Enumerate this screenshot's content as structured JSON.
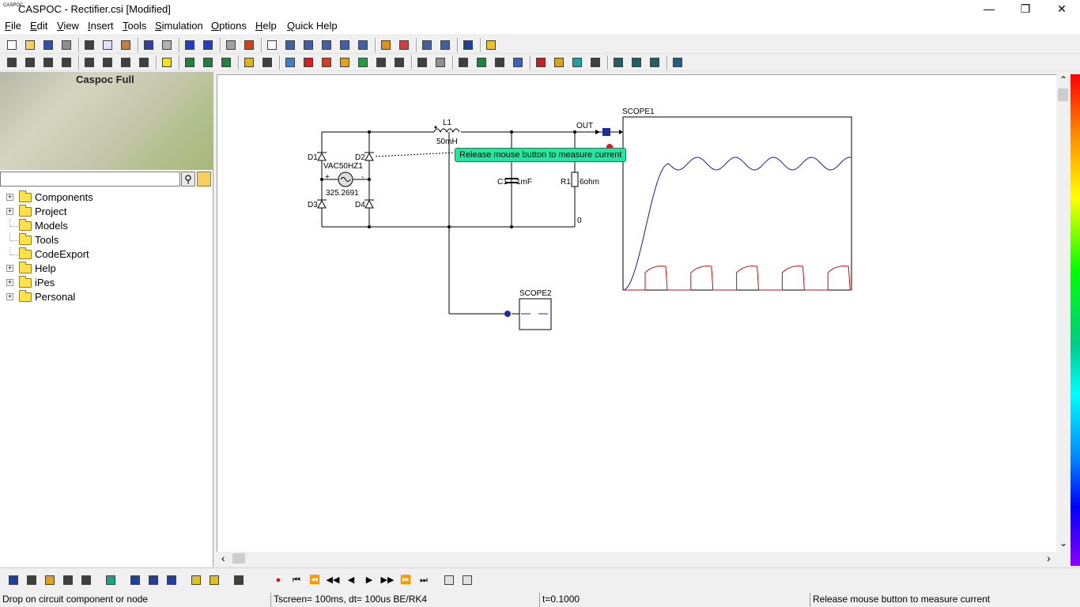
{
  "window": {
    "title": "CASPOC - Rectifier.csi [Modified]",
    "icon_text": "CASPOC",
    "min": "—",
    "max": "❐",
    "close": "✕"
  },
  "menu": [
    "File",
    "Edit",
    "View",
    "Insert",
    "Tools",
    "Simulation",
    "Options",
    "Help",
    "Quick Help"
  ],
  "toolbar1": [
    {
      "name": "new-icon",
      "color": "#ffffff"
    },
    {
      "name": "open-icon",
      "color": "#f5d060"
    },
    {
      "name": "save-icon",
      "color": "#3050a0"
    },
    {
      "name": "print-icon",
      "color": "#909090"
    },
    {
      "name": "cut-icon",
      "color": "#404040"
    },
    {
      "name": "copy-icon",
      "color": "#e0e0ff"
    },
    {
      "name": "paste-icon",
      "color": "#c08040"
    },
    {
      "name": "undo-icon",
      "color": "#3040a0"
    },
    {
      "name": "redo-icon",
      "color": "#b0b0b0"
    },
    {
      "name": "run-icon",
      "color": "#2040c0"
    },
    {
      "name": "pause-icon",
      "color": "#2040c0"
    },
    {
      "name": "edit-icon",
      "color": "#a0a0a0"
    },
    {
      "name": "wire-icon",
      "color": "#d04020"
    },
    {
      "name": "hand-icon",
      "color": "#ffffff"
    },
    {
      "name": "graph-icon",
      "color": "#4060a0"
    },
    {
      "name": "list-icon",
      "color": "#4060a0"
    },
    {
      "name": "list2-icon",
      "color": "#4060a0"
    },
    {
      "name": "list3-icon",
      "color": "#4060a0"
    },
    {
      "name": "list4-icon",
      "color": "#4060a0"
    },
    {
      "name": "ic-icon",
      "color": "#e09020"
    },
    {
      "name": "ic2-icon",
      "color": "#d04040"
    },
    {
      "name": "export-icon",
      "color": "#4060a0"
    },
    {
      "name": "import-icon",
      "color": "#4060a0"
    },
    {
      "name": "connect-icon",
      "color": "#2040a0"
    },
    {
      "name": "help-icon",
      "color": "#f0c020"
    }
  ],
  "toolbar2": [
    {
      "name": "zoom100-icon",
      "color": "#404040"
    },
    {
      "name": "zoomfit-icon",
      "color": "#404040"
    },
    {
      "name": "zoomwidth-icon",
      "color": "#404040"
    },
    {
      "name": "zoomheight-icon",
      "color": "#404040"
    },
    {
      "name": "align-left-icon",
      "color": "#404040"
    },
    {
      "name": "align-center-icon",
      "color": "#404040"
    },
    {
      "name": "align-right-icon",
      "color": "#404040"
    },
    {
      "name": "flip-icon",
      "color": "#404040"
    },
    {
      "name": "bulb-icon",
      "color": "#f0e020"
    },
    {
      "name": "globe-icon",
      "color": "#208040"
    },
    {
      "name": "globe2-icon",
      "color": "#208040"
    },
    {
      "name": "globe3-icon",
      "color": "#208040"
    },
    {
      "name": "probe-icon",
      "color": "#e0b020"
    },
    {
      "name": "text-icon",
      "color": "#404040"
    },
    {
      "name": "component-icon",
      "color": "#4080c0"
    },
    {
      "name": "node-icon",
      "color": "#d02020"
    },
    {
      "name": "arrow-icon",
      "color": "#d04020"
    },
    {
      "name": "meter-icon",
      "color": "#e0a020"
    },
    {
      "name": "switch-icon",
      "color": "#20a040"
    },
    {
      "name": "counter-icon",
      "color": "#404040"
    },
    {
      "name": "analyze-icon",
      "color": "#404040"
    },
    {
      "name": "cross-icon",
      "color": "#404040"
    },
    {
      "name": "grid-icon",
      "color": "#909090"
    },
    {
      "name": "clock-icon",
      "color": "#404040"
    },
    {
      "name": "gauge-icon",
      "color": "#208040"
    },
    {
      "name": "level-icon",
      "color": "#404040"
    },
    {
      "name": "bar-icon",
      "color": "#4060c0"
    },
    {
      "name": "scope-icon",
      "color": "#c02020"
    },
    {
      "name": "scope2-icon",
      "color": "#e0a020"
    },
    {
      "name": "scope3-icon",
      "color": "#20a0a0"
    },
    {
      "name": "scope4-icon",
      "color": "#404040"
    },
    {
      "name": "chip-icon",
      "color": "#206060"
    },
    {
      "name": "chip2-icon",
      "color": "#206060"
    },
    {
      "name": "chip3-icon",
      "color": "#206060"
    },
    {
      "name": "table-icon",
      "color": "#206080"
    }
  ],
  "left_panel": {
    "banner_title": "Caspoc Full",
    "search_placeholder": "",
    "search_icon": "⚲",
    "tree": [
      {
        "label": "Components",
        "expandable": true
      },
      {
        "label": "Project",
        "expandable": true
      },
      {
        "label": "Models",
        "expandable": false
      },
      {
        "label": "Tools",
        "expandable": false
      },
      {
        "label": "CodeExport",
        "expandable": false
      },
      {
        "label": "Help",
        "expandable": true
      },
      {
        "label": "iPes",
        "expandable": true
      },
      {
        "label": "Personal",
        "expandable": true
      }
    ]
  },
  "circuit": {
    "L1": "L1",
    "L1_value": "50mH",
    "out_label": "OUT",
    "D1": "D1",
    "D2": "D2",
    "D3": "D3",
    "D4": "D4",
    "source": "VAC50HZ1",
    "source_value": "325.2691",
    "C1": "C1",
    "C1_value": "1mF",
    "R1": "R1",
    "R1_value": "6ohm",
    "ground": "0",
    "scope1": "SCOPE1",
    "scope2": "SCOPE2",
    "plus": "+",
    "minus": "-"
  },
  "tooltip": "Release mouse button to measure current",
  "scrollbar": {
    "up": "⌃",
    "down": "⌄",
    "left": "‹",
    "right": "›"
  },
  "bottom_toolbar": [
    {
      "name": "component-lib-icon",
      "color": "#2040a0"
    },
    {
      "name": "sheet-icon",
      "color": "#404040"
    },
    {
      "name": "display-icon",
      "color": "#e0a020"
    },
    {
      "name": "block-icon",
      "color": "#404040"
    },
    {
      "name": "chip-bt-icon",
      "color": "#404040"
    },
    {
      "name": "down-arrow-icon",
      "color": "#20a080"
    },
    {
      "name": "refresh-icon",
      "color": "#2040a0"
    },
    {
      "name": "network-icon",
      "color": "#2040a0"
    },
    {
      "name": "network2-icon",
      "color": "#2040a0"
    },
    {
      "name": "image-icon",
      "color": "#e0c020"
    },
    {
      "name": "image2-icon",
      "color": "#e0c020"
    },
    {
      "name": "wand-icon",
      "color": "#404040"
    }
  ],
  "playback": [
    "●",
    "⏮",
    "⏪",
    "◀◀",
    "◀",
    "▶",
    "▶▶",
    "⏩",
    "⏭"
  ],
  "status": {
    "hint": "Drop on circuit component or node",
    "tscreen": "Tscreen= 100ms, dt= 100us BE/RK4",
    "time": "t=0.1000",
    "message": "Release mouse button to measure current"
  }
}
